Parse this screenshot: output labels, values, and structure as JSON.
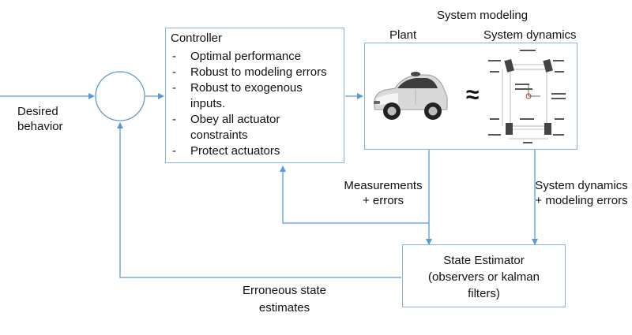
{
  "inputs": {
    "desired_behavior": [
      "Desired",
      "behavior"
    ]
  },
  "controller": {
    "title": "Controller",
    "items": [
      [
        "Optimal performance"
      ],
      [
        "Robust to modeling errors"
      ],
      [
        "Robust to exogenous",
        "inputs."
      ],
      [
        "Obey all actuator",
        "constraints"
      ],
      [
        "Protect actuators"
      ]
    ]
  },
  "system_modeling": {
    "title": "System modeling",
    "plant_label": "Plant",
    "dynamics_label": "System dynamics",
    "approx_symbol": "≈"
  },
  "labels": {
    "measurements": [
      "Measurements",
      "+ errors"
    ],
    "dynamics_errors": [
      "System dynamics",
      "+ modeling errors"
    ],
    "estimates": [
      "Erroneous state",
      "estimates"
    ]
  },
  "estimator": {
    "lines": [
      "State Estimator",
      "(observers or kalman",
      "filters)"
    ]
  },
  "colors": {
    "arrow": "#5b9bd5",
    "box_border": "#8eb1d6"
  }
}
